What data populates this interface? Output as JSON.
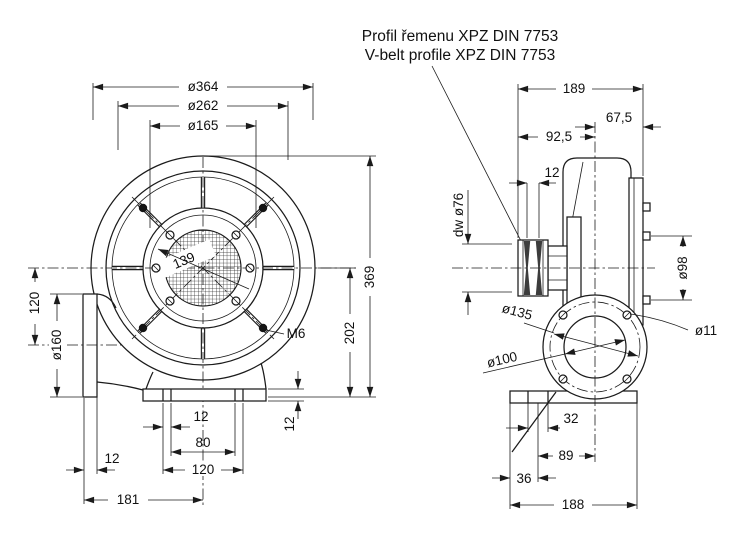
{
  "title": {
    "line1": "Profil řemenu XPZ DIN 7753",
    "line2": "V-belt profile XPZ DIN 7753"
  },
  "colors": {
    "line": "#1b1b1b",
    "background": "#ffffff"
  },
  "front_view": {
    "dia364": "ø364",
    "dia262": "ø262",
    "dia165": "ø165",
    "r139": "139",
    "m6": "M6",
    "h369": "369",
    "h202": "202",
    "off120": "120",
    "dia160": "ø160",
    "th12": "12",
    "slot12": "12",
    "w80": "80",
    "w120": "120",
    "w181": "181",
    "base12": "12"
  },
  "side_view": {
    "w189": "189",
    "w675": "67,5",
    "w925": "92,5",
    "g12": "12",
    "dw76": "dw ø76",
    "dia98": "ø98",
    "dia11": "ø11",
    "dia135": "ø135",
    "dia100": "ø100",
    "s32": "32",
    "s89": "89",
    "s36": "36",
    "w188": "188"
  }
}
